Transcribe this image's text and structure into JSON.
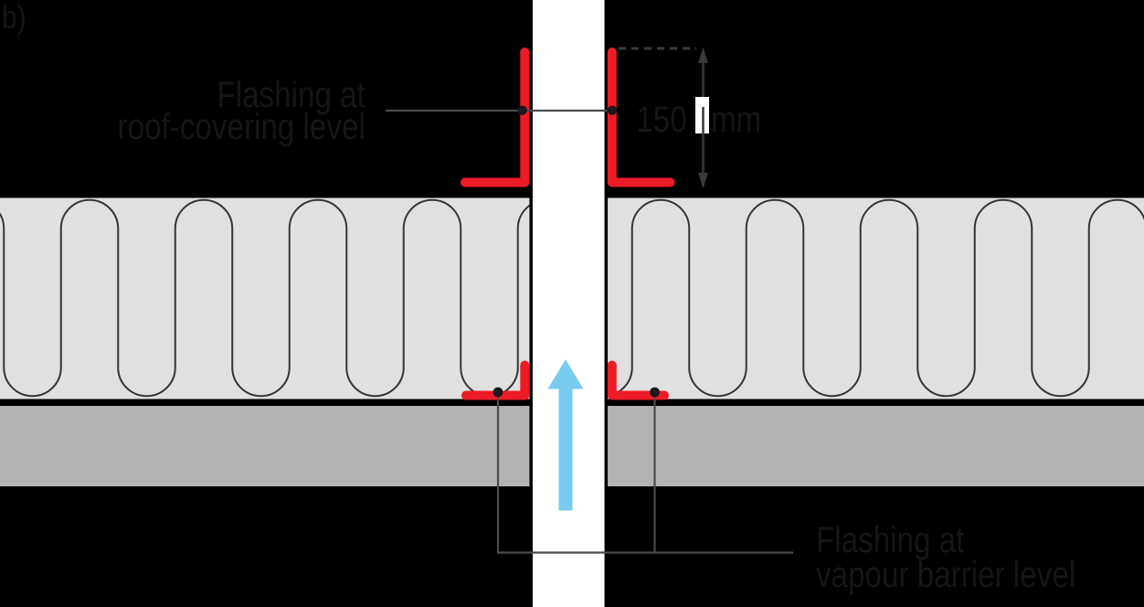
{
  "figure": {
    "panel_label": "b)",
    "roof_flashing_label": {
      "line1": "Flashing at",
      "line2": "roof-covering level"
    },
    "vapour_flashing_label": {
      "line1": "Flashing at",
      "line2": "vapour barrier level"
    },
    "dimension_label": {
      "value": "150",
      "unit": "mm"
    }
  },
  "colors": {
    "background": "#000000",
    "label_text": "#161616",
    "insulation_fill": "#E0E0E0",
    "insulation_squiggle": "#333436",
    "deck_fill": "#B3B3B3",
    "pipe_fill": "#FFFFFF",
    "line_black": "#000000",
    "flashing_red": "#EC1C27",
    "airflow_blue": "#79CBEF",
    "leader_line": "#4A4B4E",
    "dimension_line": "#38393C",
    "marker_dot": "#1A1A1C",
    "dimension_label_box": "#FFFFFF"
  }
}
